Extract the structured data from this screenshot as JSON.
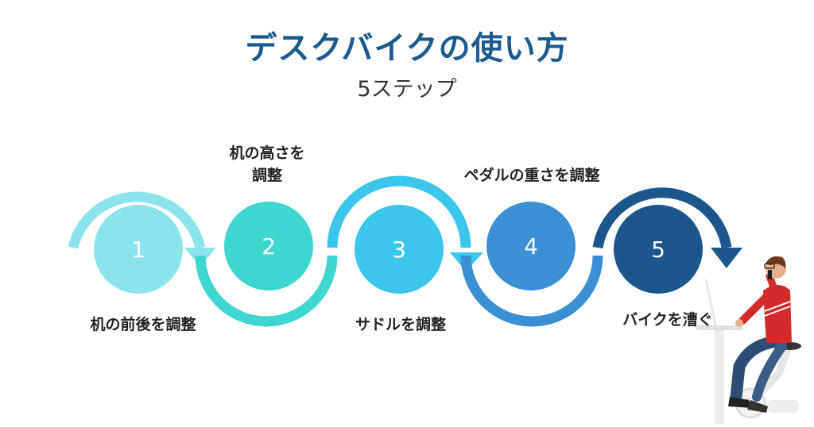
{
  "header": {
    "title": "デスクバイクの使い方",
    "subtitle": "5ステップ"
  },
  "steps": [
    {
      "number": "1",
      "label": "机の前後を調整",
      "color": "#8be4ea"
    },
    {
      "number": "2",
      "label": "机の高さを調整",
      "label_line1": "机の高さを",
      "label_line2": "調整",
      "color": "#3ed6cf"
    },
    {
      "number": "3",
      "label": "サドルを調整",
      "color": "#3cc6ec"
    },
    {
      "number": "4",
      "label": "ペダルの重さを調整",
      "color": "#3a8fd5"
    },
    {
      "number": "5",
      "label": "バイクを漕ぐ",
      "color": "#1b568c"
    }
  ],
  "illustration": {
    "icon": "person-on-desk-bike-icon"
  }
}
